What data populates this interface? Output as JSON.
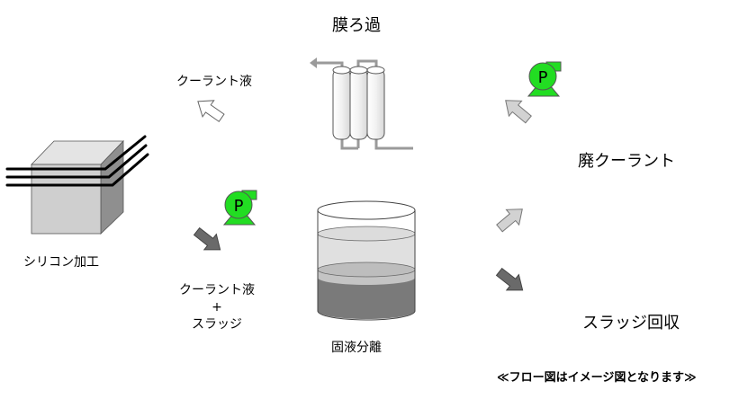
{
  "labels": {
    "membrane_filtration": "膜ろ過",
    "coolant_top": "クーラント液",
    "silicon_processing": "シリコン加工",
    "coolant_bottom_line1": "クーラント液",
    "coolant_bottom_line2": "+",
    "coolant_bottom_line3": "スラッジ",
    "solid_liquid_separation": "固液分離",
    "waste_coolant": "廃クーラント",
    "sludge_recovery": "スラッジ回収",
    "pump_letter": "P",
    "footnote": "≪フロー図はイメージ図となります≫"
  },
  "colors": {
    "pump_green": "#22dd22",
    "arrow_light": "#d2d2d2",
    "arrow_dark": "#6a6a6a",
    "block_front": "#cfcfcf",
    "block_top": "#e4e4e4",
    "block_side": "#8f8f8f",
    "sludge": "#7a7a7a",
    "liquid_mid": "#bdbdbd",
    "liquid_top": "#dcdcdc",
    "pipe": "#9a9a9a"
  },
  "icons": [
    "pump-icon",
    "arrow-icon",
    "membrane-filter-icon",
    "settling-tank-icon",
    "silicon-block-icon"
  ]
}
